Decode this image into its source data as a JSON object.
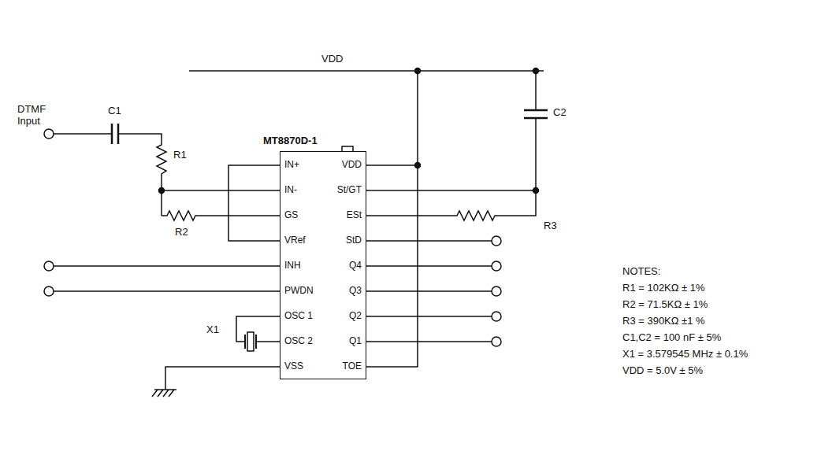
{
  "diagram": {
    "nodes": [
      {
        "text": [
          "MT8870D-1"
        ]
      }
    ],
    "labels": [
      "VDD",
      "DTMF Input",
      "C1",
      "R1",
      "R2",
      "IN+",
      "IN-",
      "GS",
      "VRef",
      "INH",
      "PWDN",
      "OSC 1",
      "OSC 2",
      "VSS",
      "X1",
      "VDD",
      "St/GT",
      "ESt",
      "StD",
      "Q4",
      "Q3",
      "Q2",
      "Q1",
      "TOE",
      "C2",
      "R3",
      "NOTES:",
      "R1 = 102KΩ ± 1%",
      "R2 = 71.5KΩ ± 1%",
      "R3 = 390KΩ ±1 %",
      "C1,C2 = 100 nF ± 5%",
      "X1 = 3.579545 MHz ± 0.1%",
      "VDD = 5.0V ± 5%"
    ]
  }
}
